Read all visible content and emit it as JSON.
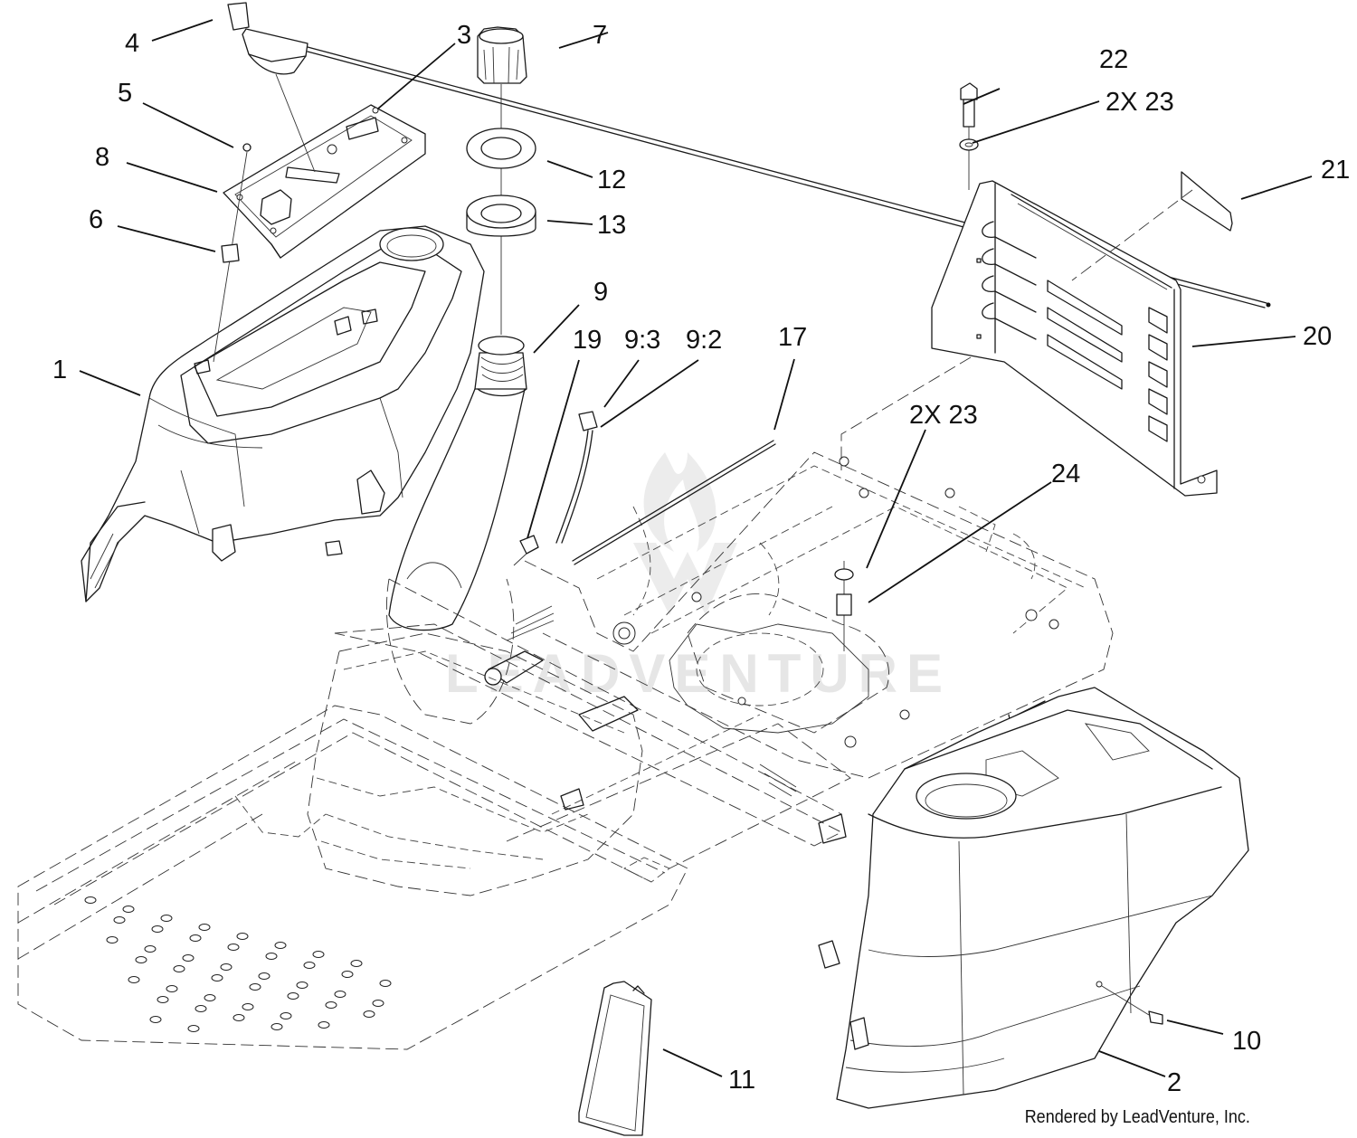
{
  "diagram": {
    "title": "Exploded parts diagram - fender, fuel tank and floor pan assembly",
    "watermark": "LEADVENTURE",
    "credit": "Rendered by LeadVenture, Inc.",
    "callouts": [
      {
        "id": "c1",
        "label": "1",
        "part": "left fender / console"
      },
      {
        "id": "c2",
        "label": "2",
        "part": "right fender"
      },
      {
        "id": "c3",
        "label": "3",
        "part": "control panel screw"
      },
      {
        "id": "c4",
        "label": "4",
        "part": "throttle control lever"
      },
      {
        "id": "c5",
        "label": "5",
        "part": "screw"
      },
      {
        "id": "c6",
        "label": "6",
        "part": "clip nut"
      },
      {
        "id": "c7",
        "label": "7",
        "part": "fuel cap"
      },
      {
        "id": "c8",
        "label": "8",
        "part": "control panel"
      },
      {
        "id": "c9",
        "label": "9",
        "part": "fuel tank"
      },
      {
        "id": "c9_3",
        "label": "9:3",
        "part": "fuel sender connector"
      },
      {
        "id": "c9_2",
        "label": "9:2",
        "part": "fuel sender"
      },
      {
        "id": "c10",
        "label": "10",
        "part": "screw"
      },
      {
        "id": "c11",
        "label": "11",
        "part": "access cover"
      },
      {
        "id": "c12",
        "label": "12",
        "part": "washer"
      },
      {
        "id": "c13",
        "label": "13",
        "part": "grommet"
      },
      {
        "id": "c17",
        "label": "17",
        "part": "rod"
      },
      {
        "id": "c19",
        "label": "19",
        "part": "fitting"
      },
      {
        "id": "c20",
        "label": "20",
        "part": "seat bracket / guard"
      },
      {
        "id": "c21",
        "label": "21",
        "part": "decal"
      },
      {
        "id": "c22",
        "label": "22",
        "part": "bolt"
      },
      {
        "id": "c23a",
        "label": "2X 23",
        "part": "washer (upper)"
      },
      {
        "id": "c23b",
        "label": "2X 23",
        "part": "washer (lower)"
      },
      {
        "id": "c24",
        "label": "24",
        "part": "nut"
      }
    ]
  }
}
